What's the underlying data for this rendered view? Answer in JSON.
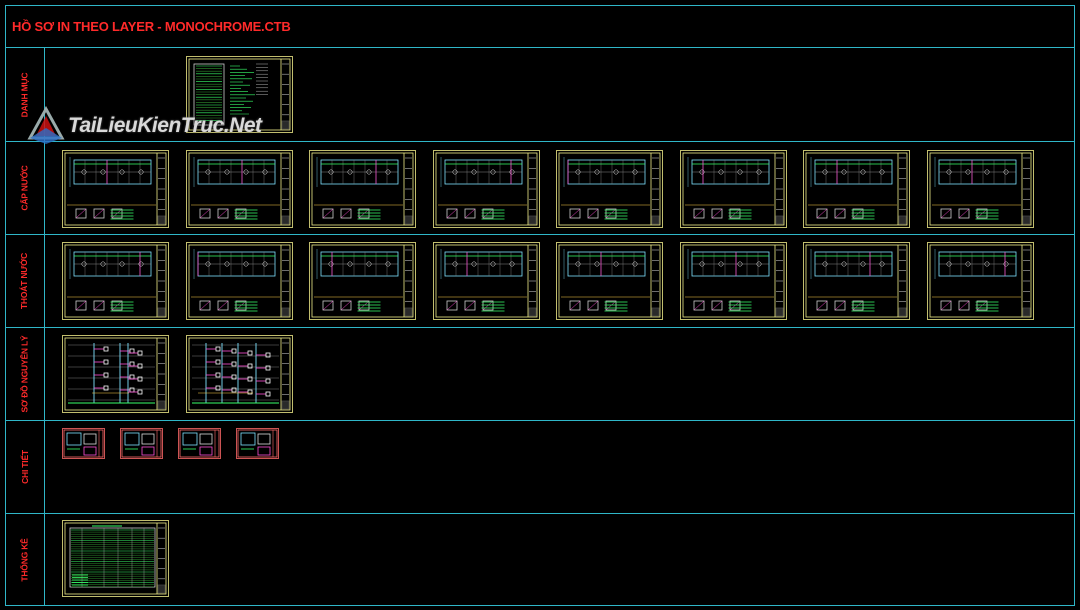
{
  "window_title": "HỒ SƠ IN THEO LAYER - MONOCHROME.CTB",
  "watermark": {
    "text": "TaiLieuKienTruc.Net",
    "icon": "tailieukientruc-logo-icon"
  },
  "colors": {
    "background": "#000000",
    "grid_line": "#2fb6c8",
    "label_red": "#ff2a2a",
    "sheet_border": "#f2ee8a",
    "drawing_cyan": "#7fe3ff",
    "drawing_green": "#39ff6a",
    "drawing_magenta": "#ff4fd8",
    "watermark_gray": "#d9d9d9"
  },
  "rows": [
    {
      "label": "DANH MỤC",
      "sheets": [
        {
          "kind": "index-sheet"
        }
      ]
    },
    {
      "label": "CẤP NƯỚC",
      "sheets": [
        {
          "kind": "floor-plan"
        },
        {
          "kind": "floor-plan"
        },
        {
          "kind": "floor-plan"
        },
        {
          "kind": "floor-plan"
        },
        {
          "kind": "floor-plan"
        },
        {
          "kind": "floor-plan"
        },
        {
          "kind": "floor-plan"
        },
        {
          "kind": "floor-plan"
        }
      ]
    },
    {
      "label": "THOÁT NƯỚC",
      "sheets": [
        {
          "kind": "floor-plan"
        },
        {
          "kind": "floor-plan"
        },
        {
          "kind": "floor-plan"
        },
        {
          "kind": "floor-plan"
        },
        {
          "kind": "floor-plan"
        },
        {
          "kind": "floor-plan"
        },
        {
          "kind": "floor-plan"
        },
        {
          "kind": "floor-plan"
        }
      ]
    },
    {
      "label": "SƠ ĐỒ NGUYÊN LÝ",
      "sheets": [
        {
          "kind": "schematic"
        },
        {
          "kind": "schematic"
        }
      ]
    },
    {
      "label": "CHI TIẾT",
      "sheets": [
        {
          "kind": "detail"
        },
        {
          "kind": "detail"
        },
        {
          "kind": "detail"
        },
        {
          "kind": "detail"
        }
      ]
    },
    {
      "label": "THỐNG KÊ",
      "sheets": [
        {
          "kind": "table-sheet"
        }
      ]
    }
  ]
}
